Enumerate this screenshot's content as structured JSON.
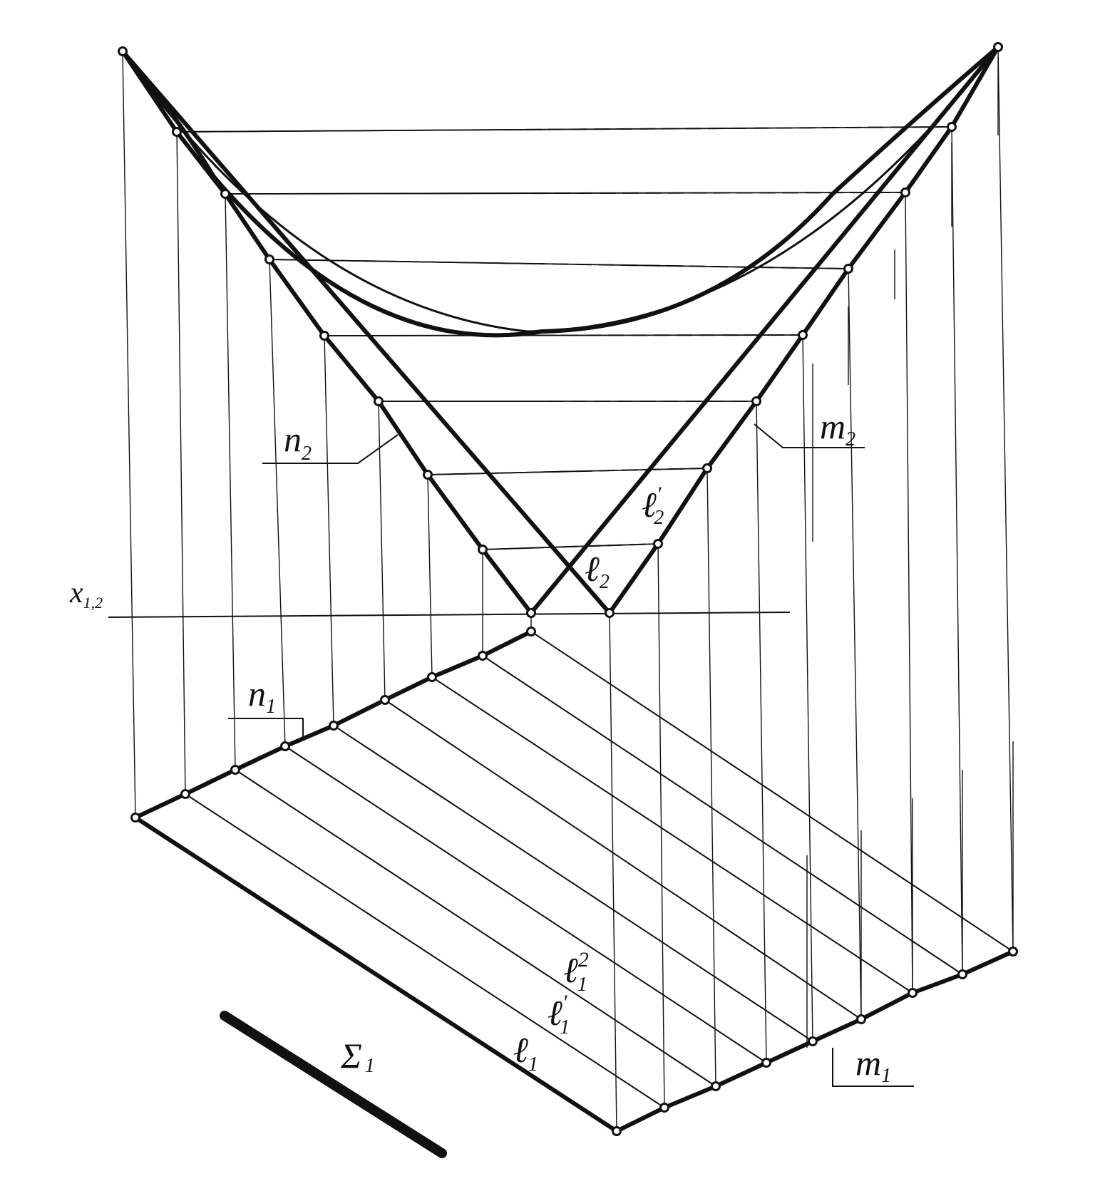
{
  "diagram": {
    "ink_color": "#111111",
    "paper_color": "#ffffff",
    "labels": {
      "n2": {
        "base": "n",
        "sub": "2"
      },
      "m2": {
        "base": "m",
        "sub": "2"
      },
      "l2": {
        "base": "ℓ",
        "sub": "2"
      },
      "l2_prime": {
        "base": "ℓ",
        "sub": "2",
        "sup": "'"
      },
      "x12": {
        "base": "x",
        "sub": "1,2"
      },
      "n1": {
        "base": "n",
        "sub": "1"
      },
      "m1": {
        "base": "m",
        "sub": "1"
      },
      "l1": {
        "base": "ℓ",
        "sub": "1"
      },
      "l1_prime": {
        "base": "ℓ",
        "sub": "1",
        "sup": "'"
      },
      "l1_2": {
        "base": "ℓ",
        "sub": "1",
        "sup": "2"
      },
      "sigma1": {
        "base": "Σ",
        "sub": "1"
      }
    }
  }
}
